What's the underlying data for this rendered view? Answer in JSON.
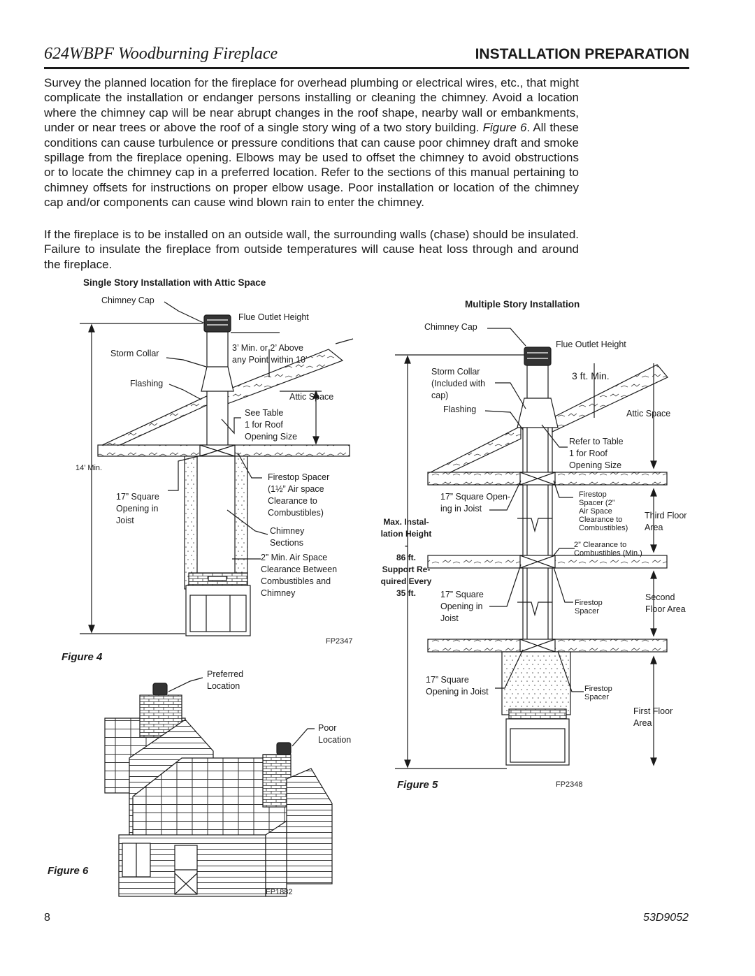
{
  "header": {
    "title": "624WBPF Woodburning Fireplace",
    "section": "INSTALLATION PREPARATION"
  },
  "body": {
    "para1_part1": "Survey the planned location for the fireplace for overhead plumbing or electrical wires, etc., that might complicate the installation or endanger persons installing or cleaning the chimney. Avoid a location where the chimney cap will be near abrupt changes in the roof shape, nearby wall or embankments, under or near trees or above the roof of a single story wing of a two story building. ",
    "para1_ref": "Figure 6",
    "para1_part2": ". All these conditions can cause turbulence or pressure conditions that can cause poor chimney draft and smoke spillage from the fireplace opening. Elbows may be used to offset the chimney to avoid obstructions or to locate the chimney cap in a preferred location. Refer to the sections of this manual pertaining to chimney offsets for instructions on proper elbow usage. Poor installation or location of the chimney cap and/or components can cause wind blown rain to enter the chimney.",
    "para2": "If the fireplace is to be installed on an outside wall, the surrounding walls (chase) should be insulated. Failure to insulate the fireplace from outside temperatures will cause heat loss through and around the fireplace."
  },
  "figure4": {
    "title": "Single Story Installation with Attic Space",
    "label": "Figure 4",
    "code": "FP2347",
    "labels": {
      "chimney_cap": "Chimney Cap",
      "flue_outlet": "Flue Outlet Height",
      "storm_collar": "Storm Collar",
      "three_ft": "3’ Min. or 2’ Above\nany Point within 10’",
      "flashing": "Flashing",
      "attic_space": "Attic Space",
      "see_table": "See Table\n1 for Roof\nOpening Size",
      "fourteen_min": "14’ Min.",
      "square_opening": "17” Square\nOpening in\nJoist",
      "firestop": "Firestop Spacer\n(1½” Air space\nClearance to\nCombustibles)",
      "chimney_sections": "Chimney\nSections",
      "air_space": "2” Min. Air Space\nClearance Between\nCombustibles and\nChimney"
    }
  },
  "figure5": {
    "title": "Multiple Story Installation",
    "label": "Figure 5",
    "code": "FP2348",
    "labels": {
      "chimney_cap": "Chimney Cap",
      "flue_outlet": "Flue Outlet Height",
      "storm_collar": "Storm Collar\n(Included with\ncap)",
      "three_ft": "3 ft. Min.",
      "flashing": "Flashing",
      "attic_space": "Attic Space",
      "refer_table": "Refer to Table\n1 for Roof\nOpening Size",
      "square_open_top": "17” Square Open-\ning in Joist",
      "firestop_top": "Firestop\nSpacer (2”\nAir Space\nClearance to\nCombustibles)",
      "third_floor": "Third Floor\nArea",
      "max_height": "Max. Instal-\nlation Height\n-\n86 ft.\nSupport Re-\nquired Every\n35 ft.",
      "clearance": "2” Clearance to\nCombustibles (Min.)",
      "square_open_mid": "17” Square\nOpening in\nJoist",
      "firestop_mid": "Firestop\nSpacer",
      "second_floor": "Second\nFloor Area",
      "square_open_bot": "17” Square\nOpening in Joist",
      "firestop_bot": "Firestop\nSpacer",
      "first_floor": "First Floor\nArea"
    }
  },
  "figure6": {
    "label": "Figure 6",
    "code": "FP1882",
    "labels": {
      "preferred": "Preferred\nLocation",
      "poor": "Poor\nLocation"
    }
  },
  "footer": {
    "page": "8",
    "doc_code": "53D9052"
  }
}
